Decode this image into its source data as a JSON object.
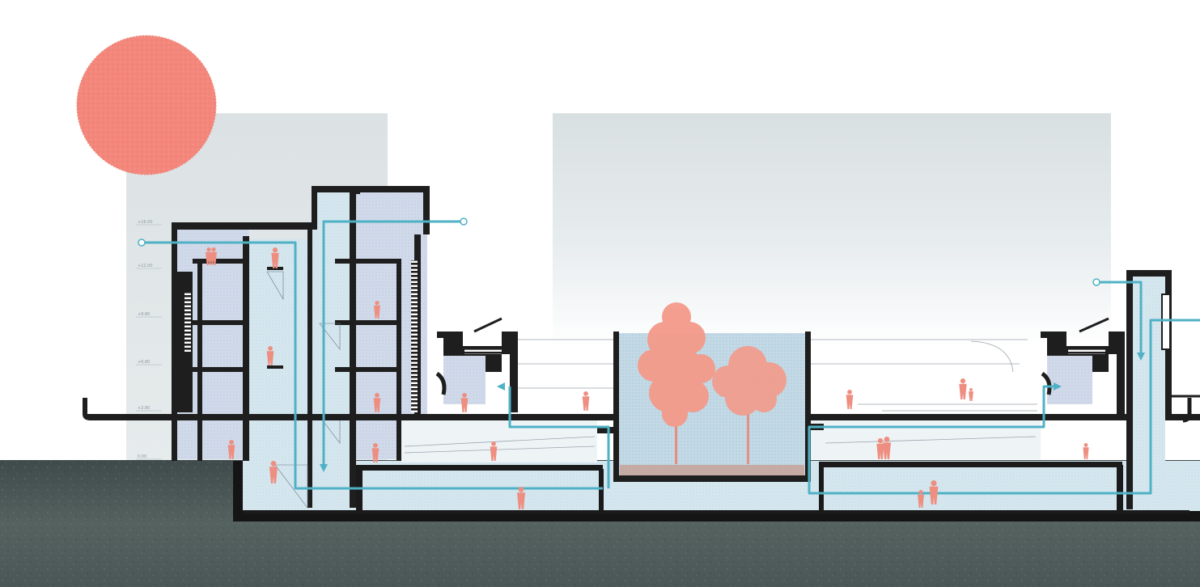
{
  "diagram": {
    "level_labels": [
      "+16.00",
      "+12.00",
      "+8.80",
      "+6.80",
      "+2.80",
      "0.00"
    ],
    "colors": {
      "sun": "#f4877c",
      "figure": "#ee8e80",
      "tree": "#f39a8a",
      "airflow": "#4fb1c5",
      "ground": "#4a5656",
      "structure": "#1e1e1e",
      "interior": "#d2dceb",
      "sky": "#dde3e4",
      "courtyard": "#c5dcea"
    },
    "icons": [
      "sun-icon",
      "person-icon",
      "tree-icon",
      "airflow-arrow-icon"
    ]
  }
}
